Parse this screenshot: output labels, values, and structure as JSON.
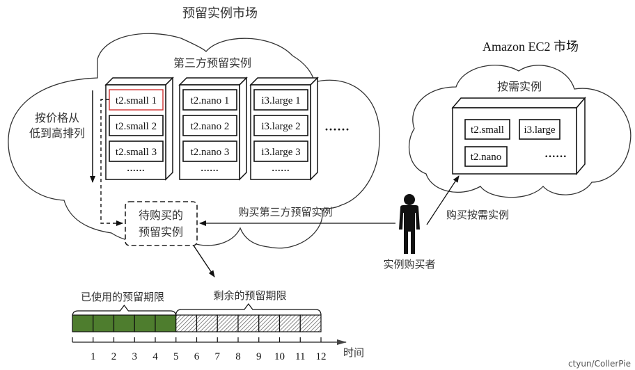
{
  "titles": {
    "reserved_market": "预留实例市场",
    "third_party": "第三方预留实例",
    "ec2_market": "Amazon EC2 市场",
    "on_demand": "按需实例"
  },
  "sort_label": [
    "按价格从",
    "低到高排列"
  ],
  "reserved_columns": [
    {
      "items": [
        "t2.small 1",
        "t2.small 2",
        "t2.small 3"
      ],
      "more": "······",
      "highlighted_index": 0
    },
    {
      "items": [
        "t2.nano 1",
        "t2.nano 2",
        "t2.nano 3"
      ],
      "more": "······"
    },
    {
      "items": [
        "i3.large 1",
        "i3.large 2",
        "i3.large 3"
      ],
      "more": "······"
    }
  ],
  "reserved_more": "······",
  "on_demand_items": [
    "t2.small",
    "i3.large",
    "t2.nano"
  ],
  "on_demand_more": "······",
  "pending_box": [
    "待购买的",
    "预留实例"
  ],
  "buy_third_party_label": "购买第三方预留实例",
  "buy_on_demand_label": "购买按需实例",
  "buyer_label": "实例购买者",
  "timeline": {
    "used_label": "已使用的预留期限",
    "remaining_label": "剩余的预留期限",
    "ticks": [
      "1",
      "2",
      "3",
      "4",
      "5",
      "6",
      "7",
      "8",
      "9",
      "10",
      "11",
      "12"
    ],
    "total_periods": 12,
    "used_periods": 5,
    "axis_label": "时间"
  },
  "colors": {
    "used": "#4e7d2e",
    "highlight": "#d03030",
    "line": "#111111"
  },
  "watermark": "ctyun/CollerPie"
}
